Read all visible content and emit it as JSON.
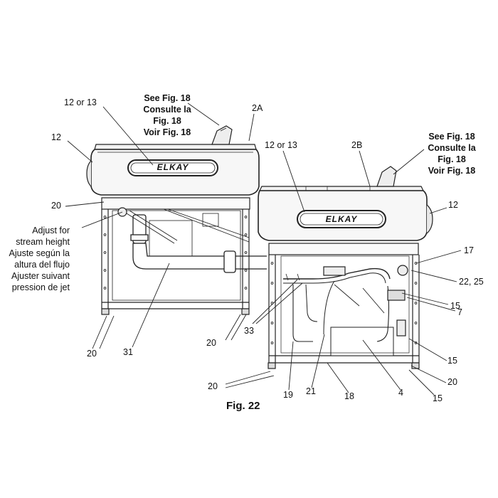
{
  "figure_caption": "Fig. 22",
  "brand_name": "ELKAY",
  "notes": {
    "left_fig18": [
      "See Fig. 18",
      "Consulte la",
      "Fig. 18",
      "Voir Fig. 18"
    ],
    "right_fig18": [
      "See Fig. 18",
      "Consulte la",
      "Fig. 18",
      "Voir Fig. 18"
    ],
    "adjust": [
      "Adjust for",
      "stream height",
      "Ajuste según la",
      "altura del flujo",
      "Ajuster suivant",
      "pression de jet"
    ]
  },
  "callouts": {
    "c12or13_left": "12 or 13",
    "c12_left": "12",
    "c2A": "2A",
    "c20_left_top": "20",
    "c20_left_bottom": "20",
    "c31": "31",
    "c33": "33",
    "c20_center": "20",
    "c20_bottom": "20",
    "c12or13_right": "12 or 13",
    "c2B": "2B",
    "c12_right": "12",
    "c17": "17",
    "c22_25": "22, 25",
    "c15_a": "15",
    "c7": "7",
    "c15_b": "15",
    "c20_right": "20",
    "c15_c": "15",
    "c4": "4",
    "c18": "18",
    "c21": "21",
    "c19": "19"
  }
}
